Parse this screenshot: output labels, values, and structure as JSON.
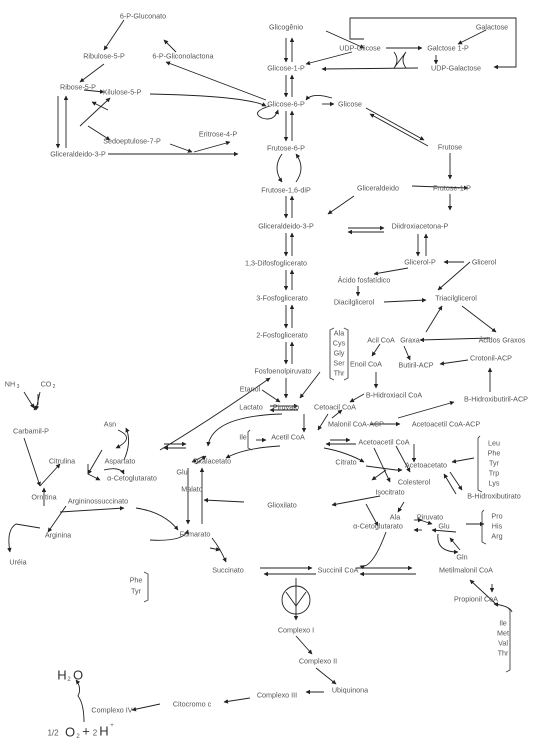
{
  "nodes": {
    "glicogenio": "Glicogênio",
    "udp_glicose": "UDP-Glicose",
    "galactose": "Galactose",
    "galactose_1p": "Galctose 1-P",
    "udp_galactose": "UDP-Galactose",
    "glicose_1p": "Glicose-1-P",
    "p6_gluconato": "6-P-Gluconato",
    "p6_gliconolactona": "6-P-Gliconolactona",
    "ribulose_5p": "Ribulose-5-P",
    "ribose_5p": "Ribose-5-P",
    "xilulose_5p": "Xilulose-5-P",
    "glicose_6p": "Glicose-6-P",
    "glicose": "Glicose",
    "sedoeptulose_7p": "Sedoeptulose-7-P",
    "eritrose_4p": "Eritrose-4-P",
    "gliceraldeido_3p_top": "Gliceraldeido-3-P",
    "frutose_6p": "Frutose-6-P",
    "frutose": "Frutose",
    "frutose_16dip": "Frutose-1,6-diP",
    "gliceraldeido": "Gliceraldeido",
    "frutose_1p": "Frutose-1-P",
    "gliceraldeido_3p": "Gliceraldeido-3-P",
    "diidroxiacetona_p": "Diidroxiacetona-P",
    "difosfoglicerato": "1,3-Difosfoglicerato",
    "glicerol_p": "Glicerol-P",
    "glicerol": "Glicerol",
    "acido_fosfatidico": "Ácido fosfatídico",
    "fosfoglicerato_3": "3-Fosfoglicerato",
    "diacilglicerol": "Diacilglicerol",
    "triacilglicerol": "Triacilglicerol",
    "fosfoglicerato_2": "2-Fosfoglicerato",
    "aa_ala": "Ala",
    "aa_cys": "Cys",
    "aa_gly": "Gly",
    "aa_ser": "Ser",
    "aa_thr": "Thr",
    "acil_coa": "Acil CoA",
    "graxa": "Graxa",
    "acidos_graxos": "Ácidos Graxos",
    "enoil_coa": "Enoil CoA",
    "butiril_acp": "Butiril-ACP",
    "crotonil_acp": "Crotonil-ACP",
    "fosfoenolpiruvato": "Fosfoenolpiruvato",
    "etanol": "Etanol",
    "nh3": "NH",
    "nh3_sub": "3",
    "co2": "CO",
    "co2_sub": "2",
    "b_hidroxiacil_coa": "B-Hidroxiacil CoA",
    "lactato": "Lactato",
    "piruvato": "Piruvato",
    "cetoacil_coa": "Cetoacil CoA",
    "b_hidroxibutiril_acp": "B-Hidroxibutiril-ACP",
    "carbamil_p": "Carbamil-P",
    "asn": "Asn",
    "malonil_coa_acp": "Malonil CoA-ACP",
    "acetoacetil_coa_acp": "Acetoacetil CoA-ACP",
    "ile_top": "Ile",
    "acetil_coa": "Acetil CoA",
    "acetoacetil_coa": "Acetoacetil CoA",
    "aa_leu": "Leu",
    "aa_phe": "Phe",
    "aa_tyr": "Tyr",
    "aa_trp": "Trp",
    "aa_lys": "Lys",
    "citrulina": "Citrulina",
    "aspartato": "Aspartato",
    "oxalacetato": "Oxalacetato",
    "acetoacetato": "Acetoacetato",
    "glu_top": "Glu",
    "citrato": "Citrato",
    "alfa_cetoglutarato_left": "α-Cetoglutarato",
    "colesterol": "Colesterol",
    "malato": "Malato",
    "isocitrato": "Isocitrato",
    "b_hidroxibutirato": "B-Hidroxibutirato",
    "ornitina": "Ornitina",
    "argininossuccinato": "Argininossuccinato",
    "glioxilato": "Glioxilato",
    "aa_pro": "Pro",
    "aa_his": "His",
    "aa_arg": "Arg",
    "ala_mid": "Ala",
    "piruvato_mid": "Piruvato",
    "glu_mid": "Glu",
    "alfa_cetoglutarato": "α-Cetoglutarato",
    "arginina": "Arginina",
    "fumarato": "Fumarato",
    "gln": "Gln",
    "ureia": "Uréia",
    "succinato": "Succinato",
    "succinil_coa": "Succinil CoA",
    "metilmalonil_coa": "Metilmalonil CoA",
    "phe_bottom": "Phe",
    "tyr_bottom": "Tyr",
    "propionil_coa": "Propionil CoA",
    "complexo_i": "Complexo I",
    "aa_ile": "Ile",
    "aa_met": "Met",
    "aa_val": "Val",
    "aa_thr2": "Thr",
    "complexo_ii": "Complexo II",
    "h2o_h": "H",
    "h2o_sub": "2",
    "h2o_o": "O",
    "complexo_iii": "Complexo III",
    "ubiquinona": "Ubiquinona",
    "citocromo_c": "Citocromo c",
    "complexo_iv": "Complexo IV",
    "o2_half": "1/2",
    "o2_o": "O",
    "o2_sub": "2",
    "o2_plus": "+",
    "o2_coef": "2",
    "o2_h": "H",
    "o2_sup": "+"
  }
}
